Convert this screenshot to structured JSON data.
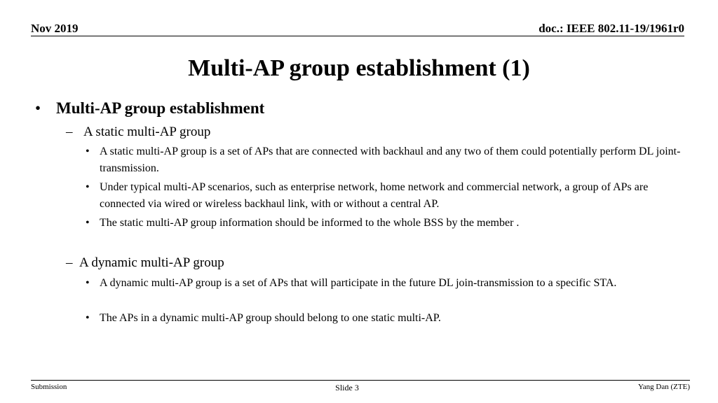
{
  "header": {
    "date": "Nov 2019",
    "doc_id": "doc.: IEEE 802.11-19/1961r0"
  },
  "title": "Multi-AP group establishment (1)",
  "body": {
    "level1": {
      "bullet": "•",
      "text": "Multi-AP group establishment"
    },
    "static_group": {
      "dash": "–",
      "heading": "A static multi-AP group",
      "items": [
        "A static multi-AP group is a set of APs that are connected with backhaul and any two of them could potentially perform DL joint-transmission.",
        "Under typical multi-AP scenarios, such as enterprise network, home network and commercial network, a group of APs are connected via wired or wireless backhaul link, with or without a central AP.",
        "The static multi-AP group information should be informed to the whole BSS by the member ."
      ]
    },
    "dynamic_group": {
      "dash": "–",
      "heading": "A dynamic multi-AP group",
      "items": [
        "A dynamic multi-AP group is a set of APs that will participate in the future DL join-transmission to a specific STA.",
        "The APs in a dynamic multi-AP group should belong to one static multi-AP."
      ]
    },
    "sub_bullet": "•"
  },
  "footer": {
    "left": "Submission",
    "center": "Slide 3",
    "right": "Yang Dan (ZTE)"
  }
}
